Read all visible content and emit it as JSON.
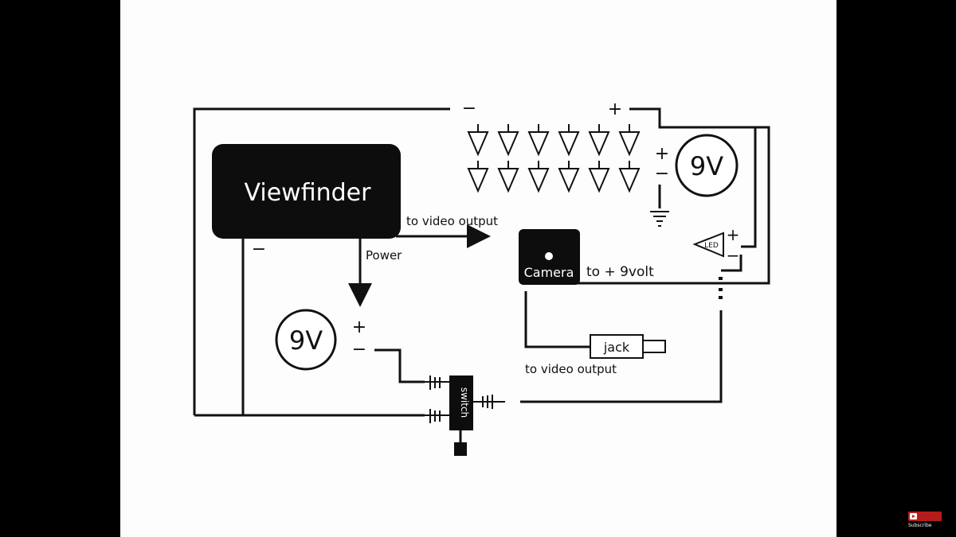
{
  "diagram": {
    "viewfinder_label": "Viewfinder",
    "camera_label": "Camera",
    "jack_label": "jack",
    "switch_label": "switch",
    "led_label": "LED",
    "battery_top": {
      "label": "9V",
      "plus": "+",
      "minus": "−"
    },
    "battery_left": {
      "label": "9V",
      "plus": "+",
      "minus": "−"
    },
    "led_plus": "+",
    "led_minus": "−",
    "top_plus": "+",
    "top_minus": "−",
    "viewfinder_minus": "−",
    "arrow_video_label": "to video output",
    "arrow_power_label": "Power",
    "camera_power_label": "to + 9volt",
    "jack_video_label": "to video output",
    "led_array": {
      "rows": 2,
      "columns": 6
    }
  },
  "player": {
    "subscribe_label": "Subscribe"
  }
}
